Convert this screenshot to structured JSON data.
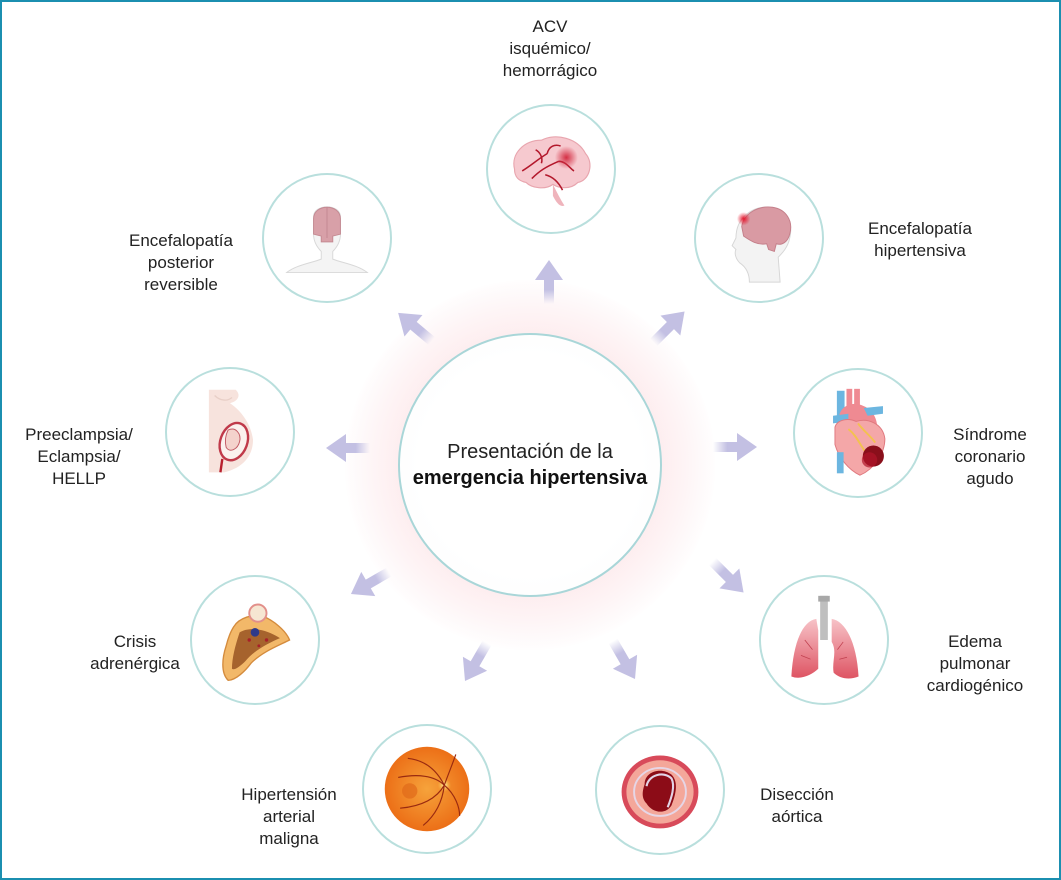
{
  "diagram": {
    "center": {
      "line1": "Presentación de la",
      "line2": "emergencia hipertensiva"
    },
    "nodes": [
      {
        "id": "acv",
        "label_lines": [
          "ACV",
          "isquémico/",
          "hemorrágico"
        ],
        "icon": "brain-stroke-icon"
      },
      {
        "id": "encefalopatia-hipertensiva",
        "label_lines": [
          "Encefalopatía",
          "hipertensiva"
        ],
        "icon": "head-profile-brain-icon"
      },
      {
        "id": "sindrome-coronario",
        "label_lines": [
          "Síndrome",
          "coronario",
          "agudo"
        ],
        "icon": "heart-infarct-icon"
      },
      {
        "id": "edema-pulmonar",
        "label_lines": [
          "Edema",
          "pulmonar",
          "cardiogénico"
        ],
        "icon": "lungs-icon"
      },
      {
        "id": "diseccion-aortica",
        "label_lines": [
          "Disección",
          "aórtica"
        ],
        "icon": "aorta-dissection-icon"
      },
      {
        "id": "hipertension-maligna",
        "label_lines": [
          "Hipertensión",
          "arterial",
          "maligna"
        ],
        "icon": "retina-fundus-icon"
      },
      {
        "id": "crisis-adrenergica",
        "label_lines": [
          "Crisis",
          "adrenérgica"
        ],
        "icon": "adrenal-gland-icon"
      },
      {
        "id": "preeclampsia",
        "label_lines": [
          "Preeclampsia/",
          "Eclampsia/",
          "HELLP"
        ],
        "icon": "pregnancy-uterus-icon"
      },
      {
        "id": "pres",
        "label_lines": [
          "Encefalopatía",
          "posterior",
          "reversible"
        ],
        "icon": "head-front-brain-icon"
      }
    ],
    "colors": {
      "frame_border": "#1b8fb0",
      "node_border": "#b9dfdd",
      "arrow": "#c3c0e3",
      "center_glow": "#fdeaed"
    }
  }
}
